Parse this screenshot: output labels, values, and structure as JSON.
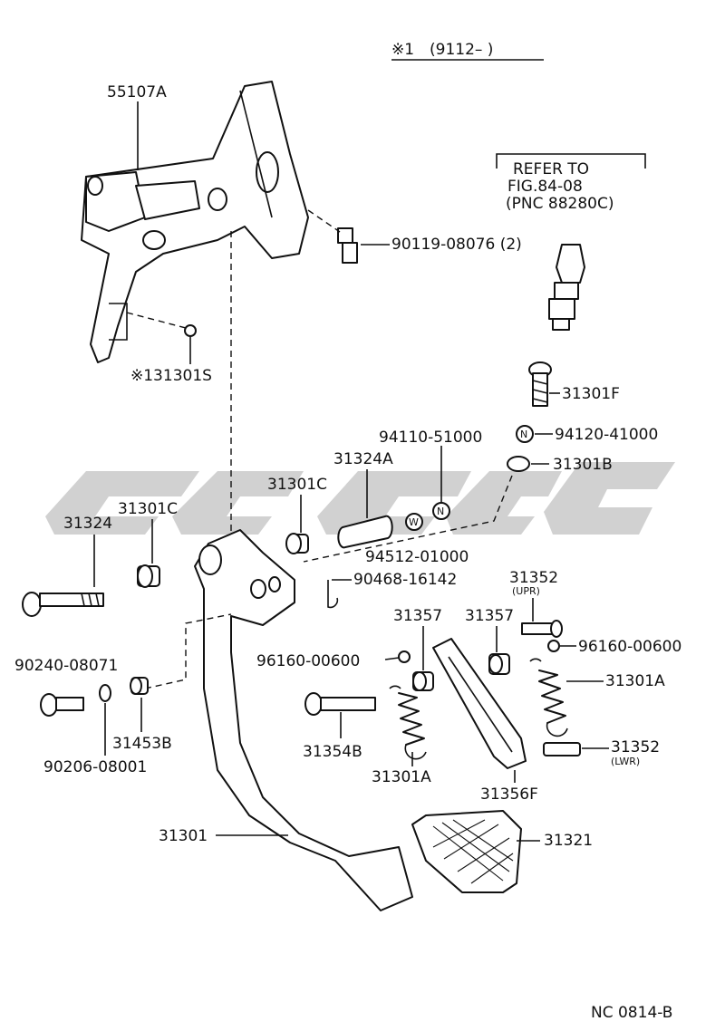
{
  "header": {
    "variant_mark": "※1",
    "variant_range": "(9112–       )"
  },
  "refer_box": {
    "line1": "REFER TO",
    "line2": "FIG.84-08",
    "line3": "(PNC 88280C)"
  },
  "labels": {
    "p55107A": "55107A",
    "p90119": "90119-08076 (2)",
    "p31301S": "※131301S",
    "p31301F": "31301F",
    "p94110": "94110-51000",
    "p94120": "94120-41000",
    "p31301B": "31301B",
    "p31324A": "31324A",
    "p31301C_a": "31301C",
    "p31301C_b": "31301C",
    "p31324": "31324",
    "p94512": "94512-01000",
    "p90468": "90468-16142",
    "p31352_upr": "31352",
    "upr": "(UPR)",
    "p31357_a": "31357",
    "p31357_b": "31357",
    "p96160_a": "96160-00600",
    "p96160_b": "96160-00600",
    "p31301A_a": "31301A",
    "p31301A_b": "31301A",
    "p90240": "90240-08071",
    "p31453B": "31453B",
    "p90206": "90206-08001",
    "p31354B": "31354B",
    "p31352_lwr": "31352",
    "lwr": "(LWR)",
    "p31356F": "31356F",
    "p31301": "31301",
    "p31321": "31321"
  },
  "washer_marks": {
    "n1": "N",
    "n2": "N",
    "w": "W"
  },
  "footer": {
    "code": "NC 0814-B"
  }
}
